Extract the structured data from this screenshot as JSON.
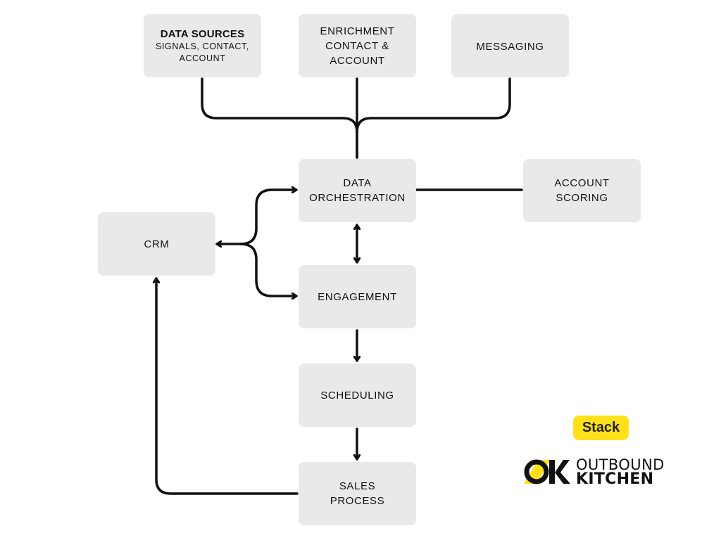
{
  "nodes": {
    "data_sources": {
      "title": "DATA SOURCES",
      "subtitle": "SIGNALS, CONTACT,\nACCOUNT"
    },
    "enrichment": {
      "label": "ENRICHMENT\nCONTACT &\nACCOUNT"
    },
    "messaging": {
      "label": "MESSAGING"
    },
    "data_orchestration": {
      "label": "DATA\nORCHESTRATION"
    },
    "account_scoring": {
      "label": "ACCOUNT\nSCORING"
    },
    "crm": {
      "label": "CRM"
    },
    "engagement": {
      "label": "ENGAGEMENT"
    },
    "scheduling": {
      "label": "SCHEDULING"
    },
    "sales_process": {
      "label": "SALES\nPROCESS"
    }
  },
  "badge": {
    "label": "Stack",
    "color": "#ffe11b"
  },
  "logo": {
    "line1": "OUTBOUND",
    "line2": "KITCHEN",
    "accent_color": "#ffe11b"
  },
  "colors": {
    "box_fill": "#e9e9ea",
    "line": "#111111"
  }
}
